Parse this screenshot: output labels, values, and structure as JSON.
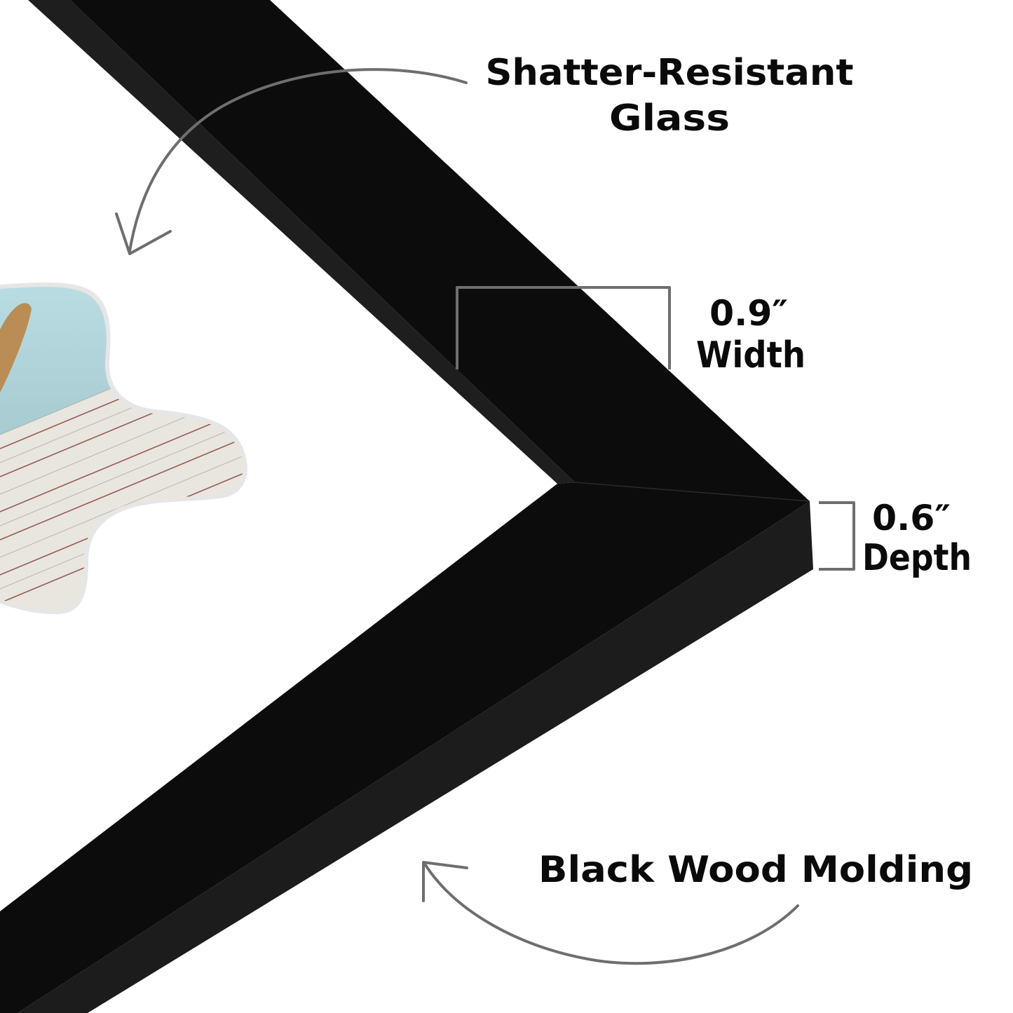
{
  "labels": {
    "glass_line1": "Shatter-Resistant",
    "glass_line2": "Glass",
    "width_value": "0.9″",
    "width_label": "Width",
    "depth_value": "0.6″",
    "depth_label": "Depth",
    "molding": "Black Wood Molding"
  },
  "colors": {
    "frame_face": "#0c0c0c",
    "frame_side": "#1c1c1c",
    "annotation": "#707070",
    "text": "#0a0a0a"
  },
  "icons": [
    "curved-arrow-glass-icon",
    "curved-arrow-molding-icon",
    "width-bracket-icon",
    "depth-bracket-icon"
  ]
}
